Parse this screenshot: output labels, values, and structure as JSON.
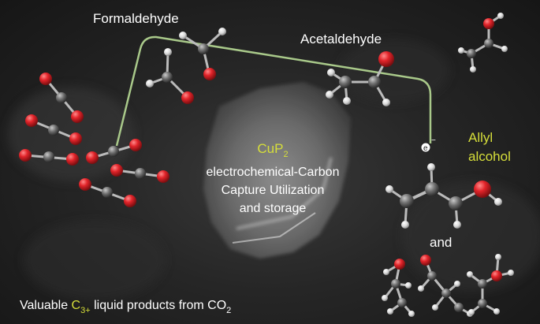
{
  "labels": {
    "formaldehyde": "Formaldehyde",
    "acetaldehyde": "Acetaldehyde",
    "allyl_line1": "Allyl",
    "allyl_line2": "alcohol",
    "and": "and",
    "electron": "e",
    "electron_charge": "−"
  },
  "center": {
    "catalyst_main": "CuP",
    "catalyst_sub": "2",
    "line1": "electrochemical-Carbon",
    "line2": "Capture Utilization",
    "line3": "and storage"
  },
  "caption": {
    "part1": "Valuable ",
    "c_main": "C",
    "c_sub": "3+",
    "part2": " liquid products from CO",
    "co2_sub": "2"
  },
  "colors": {
    "accent_yellow": "#d6de3a",
    "arrow_green": "#a9c98a",
    "oxygen_red": "#e2242a",
    "carbon_gray": "#6f6f6f",
    "hydrogen_white": "#e8e8e8",
    "text_white": "#ffffff"
  }
}
